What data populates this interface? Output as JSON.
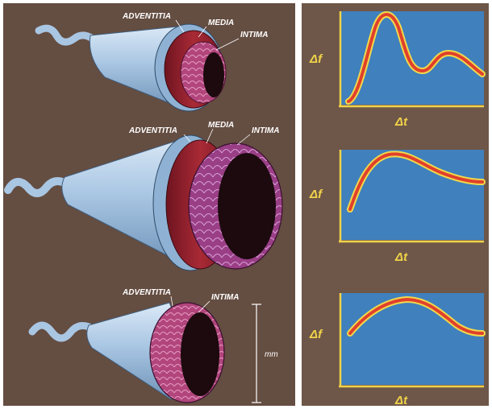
{
  "labels": {
    "adventitia": "ADVENTITIA",
    "media": "MEDIA",
    "intima": "INTIMA",
    "scale_unit": "mm",
    "delta_f": "Δf",
    "delta_t": "Δt"
  },
  "colors": {
    "left_background": "#6b5346",
    "right_background": "#6e5748",
    "graph_panel": "#3f80bd",
    "curve": "#e0402c",
    "curve_glow": "#f2d84a",
    "axis": "#f0d24a",
    "adventitia": "#a9c6e3",
    "media": "#8e1f2b",
    "intima": "#b2467c"
  },
  "vessels": [
    {
      "name": "artery-top",
      "layers": [
        "ADVENTITIA",
        "MEDIA",
        "INTIMA"
      ]
    },
    {
      "name": "artery-middle",
      "layers": [
        "ADVENTITIA",
        "MEDIA",
        "INTIMA"
      ]
    },
    {
      "name": "vein-bottom",
      "layers": [
        "ADVENTITIA",
        "INTIMA"
      ]
    }
  ]
}
